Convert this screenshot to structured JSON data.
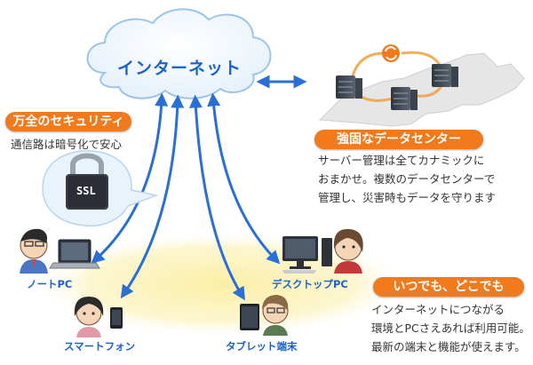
{
  "cloud": {
    "label": "インターネット"
  },
  "security": {
    "badge": "万全のセキュリティ",
    "subtitle": "通信路は暗号化で安心",
    "lock_text": "SSL"
  },
  "datacenter": {
    "badge": "強固なデータセンター",
    "lines": [
      "サーバー管理は全てカナミックに",
      "おまかせ。複数のデータセンターで",
      "管理し、災害時もデータを守ります"
    ]
  },
  "anywhere": {
    "badge": "いつでも、どこでも",
    "lines": [
      "インターネットにつながる",
      "環境とPCさえあれば利用可能。",
      "最新の端末と機能が使えます。"
    ]
  },
  "devices": {
    "notebook": "ノートPC",
    "desktop": "デスクトップPC",
    "smartphone": "スマートフォン",
    "tablet": "タブレット端末"
  },
  "colors": {
    "orange": "#f07a1c",
    "blue": "#1a64c8",
    "arrow": "#2a6fd6",
    "glow": "#fbf2b4"
  }
}
